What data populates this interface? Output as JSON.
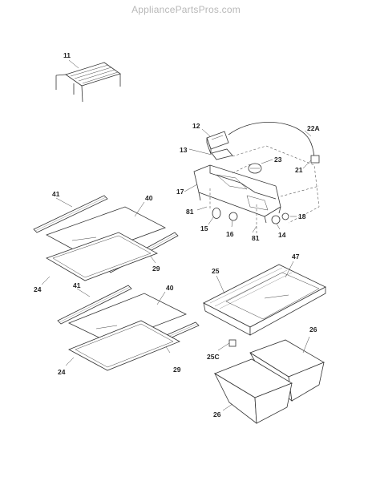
{
  "watermark": "AppliancePartsPros.com",
  "callouts": {
    "p11": "11",
    "p12": "12",
    "p13": "13",
    "p22a": "22A",
    "p23": "23",
    "p21": "21",
    "p17": "17",
    "p81a": "81",
    "p81b": "81",
    "p15": "15",
    "p16": "16",
    "p14": "14",
    "p18": "18",
    "p41a": "41",
    "p40a": "40",
    "p29a": "29",
    "p24a": "24",
    "p41b": "41",
    "p40b": "40",
    "p29b": "29",
    "p24b": "24",
    "p25": "25",
    "p47": "47",
    "p26a": "26",
    "p25c": "25C",
    "p26b": "26"
  }
}
